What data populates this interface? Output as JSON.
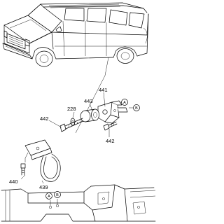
{
  "callouts": {
    "p441": "441",
    "p443": "443",
    "p228": "228",
    "p442a": "442",
    "p442b": "442",
    "p440": "440",
    "p439": "439"
  },
  "markers": {
    "a_top": "A",
    "b_top": "B",
    "a_bottom": "A",
    "b_bottom": "B"
  }
}
